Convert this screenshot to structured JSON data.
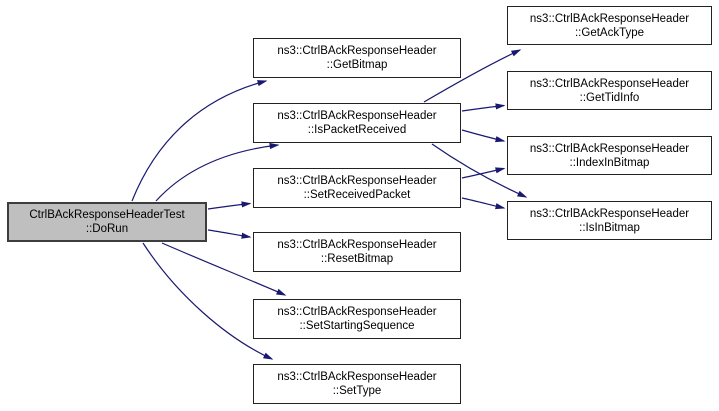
{
  "diagram": {
    "type": "doxygen-call-graph",
    "background": "#ffffff",
    "colors": {
      "edge": "#191970",
      "node_fill": "#ffffff",
      "node_border": "#222222",
      "focus_fill": "#bfbfbf",
      "focus_border": "#3d3d3d",
      "text": "#000000"
    },
    "nodes": {
      "dorun": {
        "line1": "CtrlBAckResponseHeaderTest",
        "line2": "::DoRun",
        "role": "focus"
      },
      "getbitmap": {
        "line1": "ns3::CtrlBAckResponseHeader",
        "line2": "::GetBitmap",
        "role": "callee"
      },
      "ispacketreceived": {
        "line1": "ns3::CtrlBAckResponseHeader",
        "line2": "::IsPacketReceived",
        "role": "callee"
      },
      "setreceivedpacket": {
        "line1": "ns3::CtrlBAckResponseHeader",
        "line2": "::SetReceivedPacket",
        "role": "callee"
      },
      "resetbitmap": {
        "line1": "ns3::CtrlBAckResponseHeader",
        "line2": "::ResetBitmap",
        "role": "callee"
      },
      "setstartingsequence": {
        "line1": "ns3::CtrlBAckResponseHeader",
        "line2": "::SetStartingSequence",
        "role": "callee"
      },
      "settype": {
        "line1": "ns3::CtrlBAckResponseHeader",
        "line2": "::SetType",
        "role": "callee"
      },
      "getacktype": {
        "line1": "ns3::CtrlBAckResponseHeader",
        "line2": "::GetAckType",
        "role": "callee"
      },
      "gettidinfo": {
        "line1": "ns3::CtrlBAckResponseHeader",
        "line2": "::GetTidInfo",
        "role": "callee"
      },
      "indexinbitmap": {
        "line1": "ns3::CtrlBAckResponseHeader",
        "line2": "::IndexInBitmap",
        "role": "callee"
      },
      "isinbitmap": {
        "line1": "ns3::CtrlBAckResponseHeader",
        "line2": "::IsInBitmap",
        "role": "callee"
      }
    },
    "edges": [
      {
        "from": "CtrlBAckResponseHeaderTest::DoRun",
        "to": "ns3::CtrlBAckResponseHeader::GetBitmap"
      },
      {
        "from": "CtrlBAckResponseHeaderTest::DoRun",
        "to": "ns3::CtrlBAckResponseHeader::IsPacketReceived"
      },
      {
        "from": "CtrlBAckResponseHeaderTest::DoRun",
        "to": "ns3::CtrlBAckResponseHeader::SetReceivedPacket"
      },
      {
        "from": "CtrlBAckResponseHeaderTest::DoRun",
        "to": "ns3::CtrlBAckResponseHeader::ResetBitmap"
      },
      {
        "from": "CtrlBAckResponseHeaderTest::DoRun",
        "to": "ns3::CtrlBAckResponseHeader::SetStartingSequence"
      },
      {
        "from": "CtrlBAckResponseHeaderTest::DoRun",
        "to": "ns3::CtrlBAckResponseHeader::SetType"
      },
      {
        "from": "ns3::CtrlBAckResponseHeader::IsPacketReceived",
        "to": "ns3::CtrlBAckResponseHeader::GetAckType"
      },
      {
        "from": "ns3::CtrlBAckResponseHeader::IsPacketReceived",
        "to": "ns3::CtrlBAckResponseHeader::GetTidInfo"
      },
      {
        "from": "ns3::CtrlBAckResponseHeader::IsPacketReceived",
        "to": "ns3::CtrlBAckResponseHeader::IndexInBitmap"
      },
      {
        "from": "ns3::CtrlBAckResponseHeader::IsPacketReceived",
        "to": "ns3::CtrlBAckResponseHeader::IsInBitmap"
      },
      {
        "from": "ns3::CtrlBAckResponseHeader::SetReceivedPacket",
        "to": "ns3::CtrlBAckResponseHeader::IndexInBitmap"
      },
      {
        "from": "ns3::CtrlBAckResponseHeader::SetReceivedPacket",
        "to": "ns3::CtrlBAckResponseHeader::IsInBitmap"
      }
    ]
  }
}
